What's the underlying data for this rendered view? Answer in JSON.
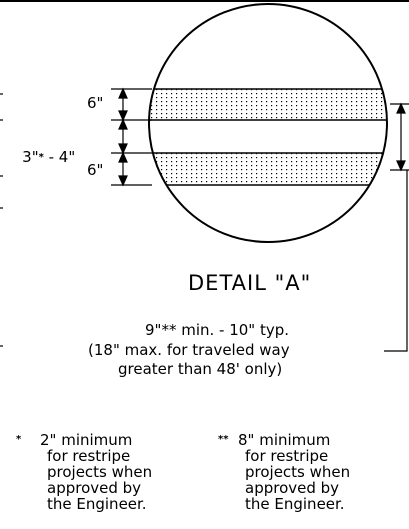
{
  "detail_title": "DETAIL \"A\"",
  "dims": {
    "top_stripe": "6\"",
    "gap": "3\"",
    "gap_range_end": " - 4\"",
    "bottom_stripe": "6\""
  },
  "spacing_note": {
    "line1": "9\"** min. - 10\" typ.",
    "line2": "(18\" max. for traveled way",
    "line3": "greater than 48' only)"
  },
  "footnotes": {
    "single": {
      "marker": "*",
      "lines": [
        "2\" minimum",
        "for restripe",
        "projects when",
        "approved by",
        "the Engineer."
      ]
    },
    "double": {
      "marker": "**",
      "lines": [
        "8\" minimum",
        "for restripe",
        "projects when",
        "approved by",
        "the Engineer."
      ]
    }
  }
}
